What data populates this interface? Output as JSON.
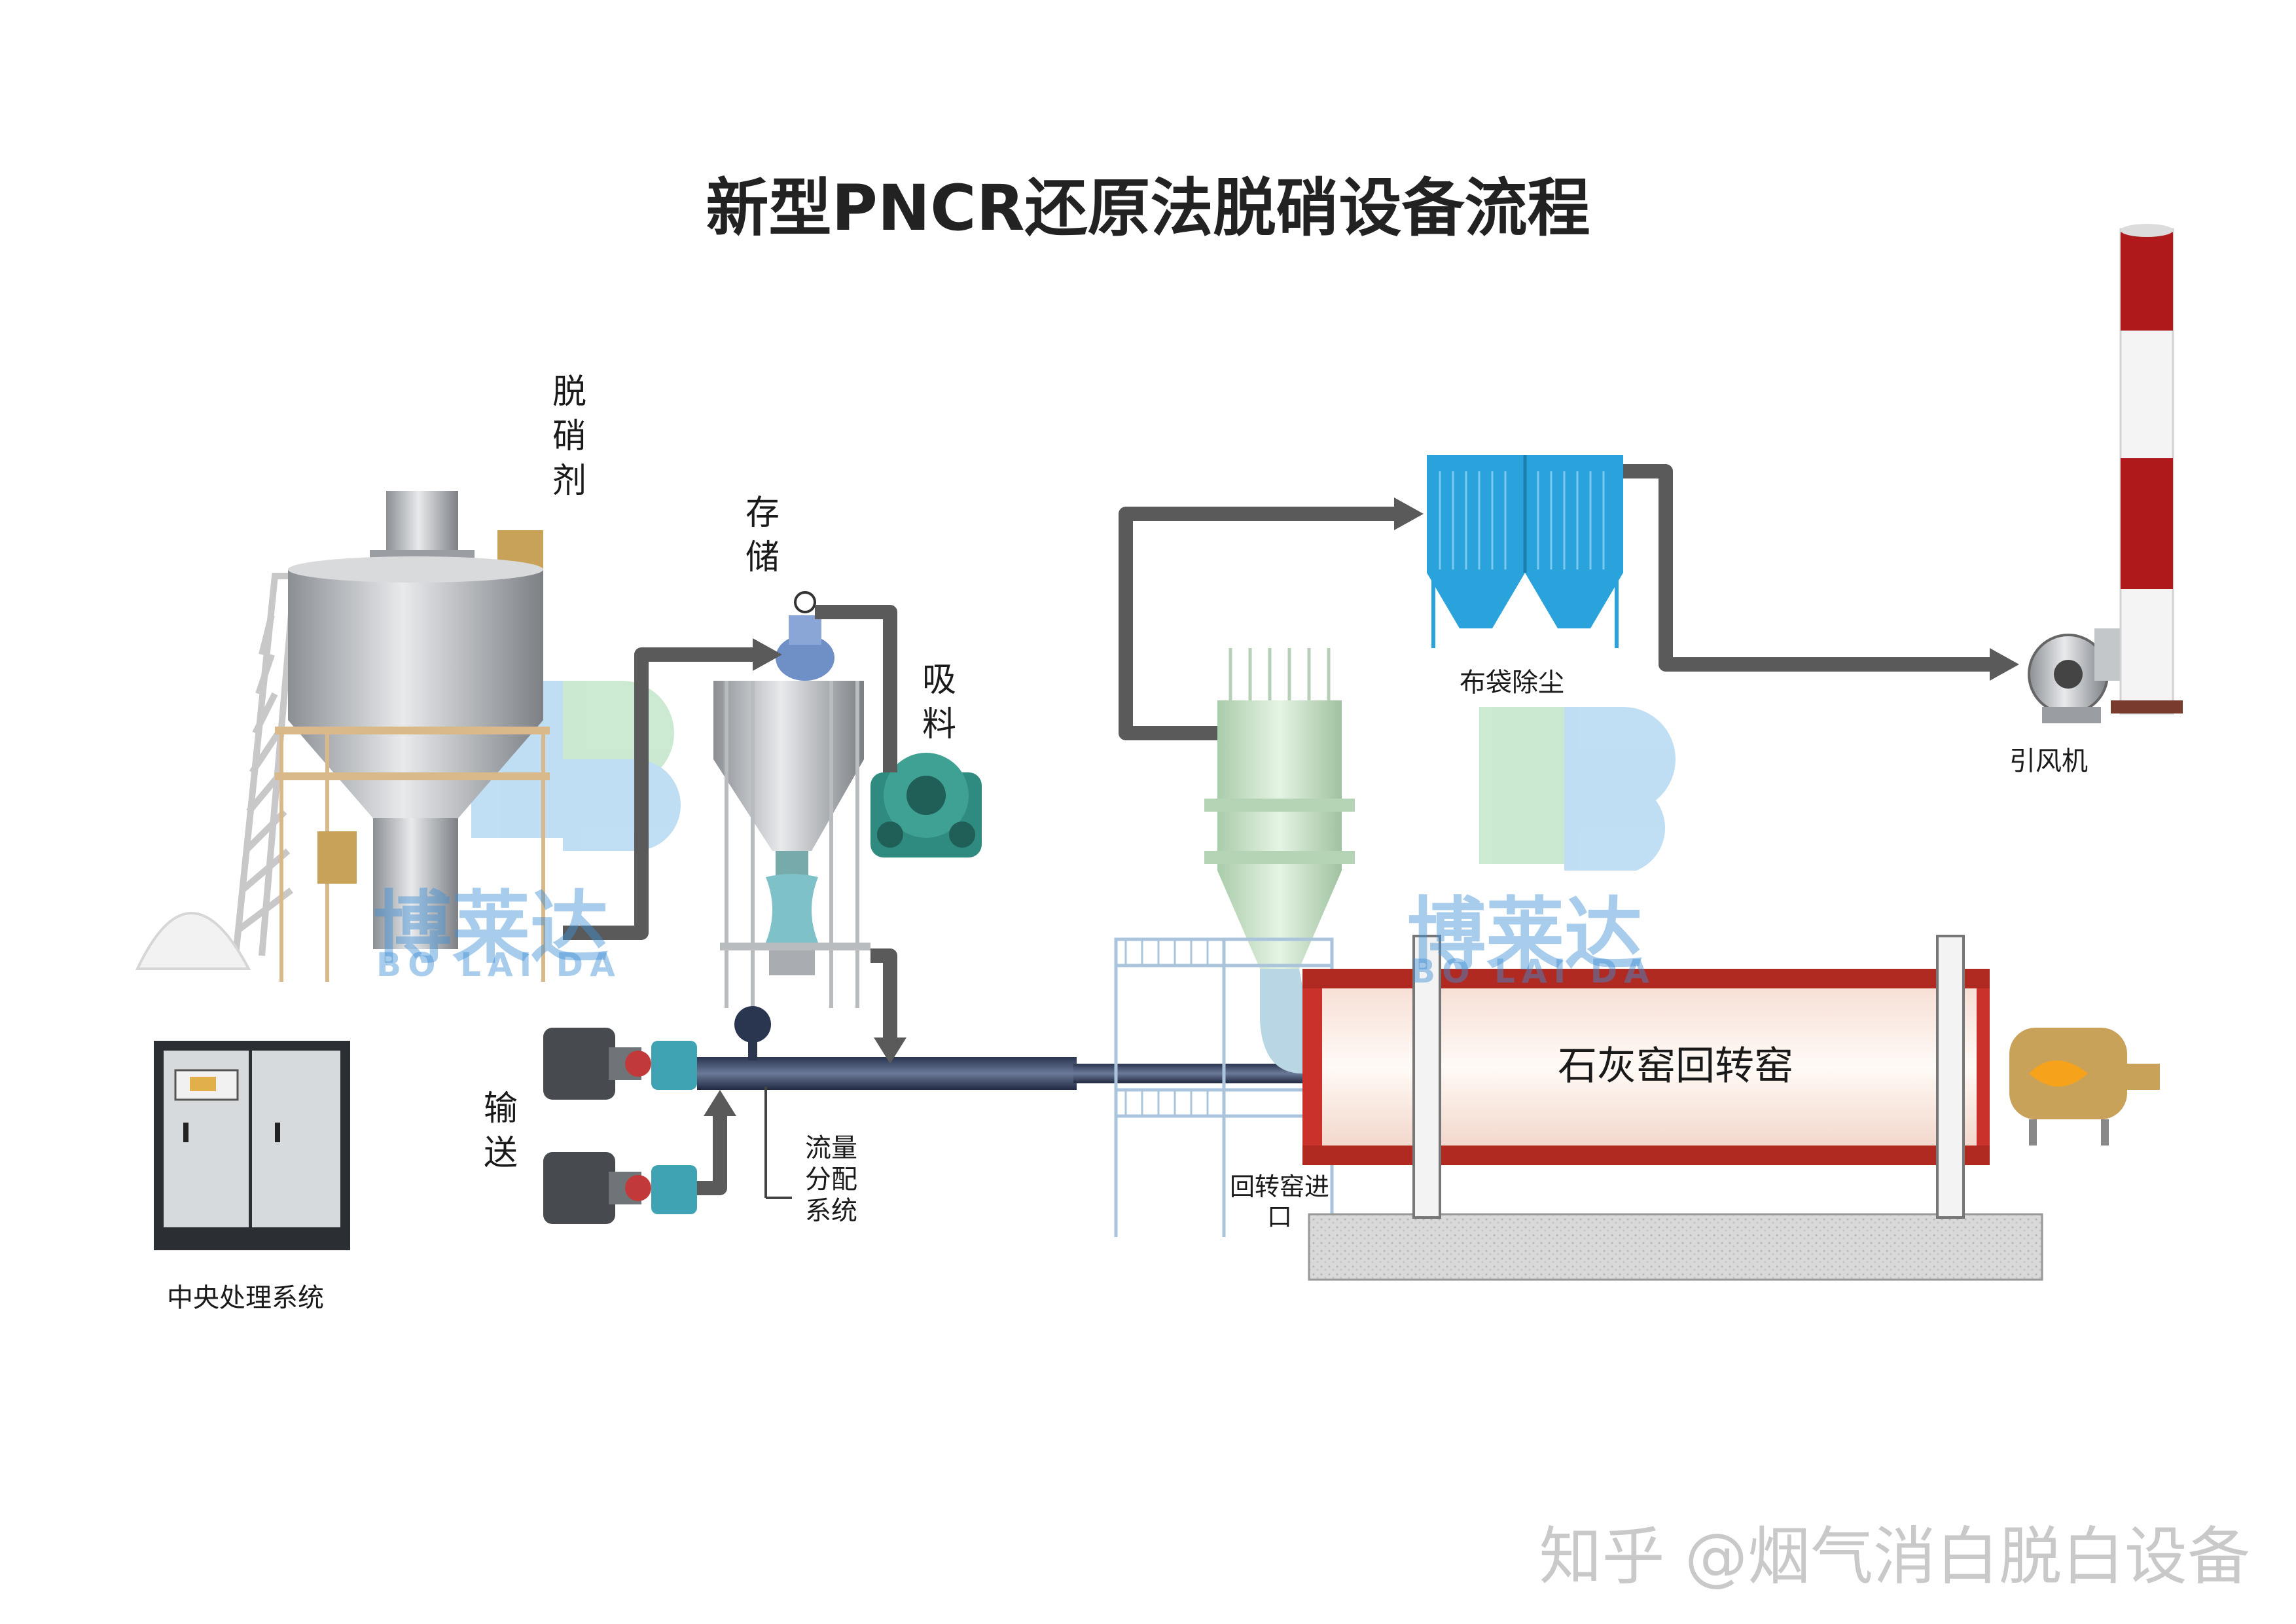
{
  "title": "新型PNCR还原法脱硝设备流程",
  "labels": {
    "reagent": "脱硝剂",
    "storage": "存储",
    "suction": "吸料",
    "conveying": "输送",
    "flow_distribution": "流量分配系统",
    "central_processing": "中央处理系统",
    "bag_filter": "布袋除尘",
    "induced_fan": "引风机",
    "kiln": "石灰窑回转窑",
    "kiln_inlet": "回转窑进口"
  },
  "watermark": {
    "brand_cn": "博莱达",
    "brand_en": "BO LAI DA"
  },
  "credit": "知乎 @烟气消白脱白设备",
  "colors": {
    "pipe": "#5a5a5a",
    "bag_filter": "#2aa3dd",
    "chimney_red": "#b0191c",
    "kiln_shell": "#c9312a",
    "kiln_body": "#fbeee6",
    "cyclone": "#cfe8cf",
    "steel": "#b9bcc0",
    "pump": "#3fa3b3"
  }
}
